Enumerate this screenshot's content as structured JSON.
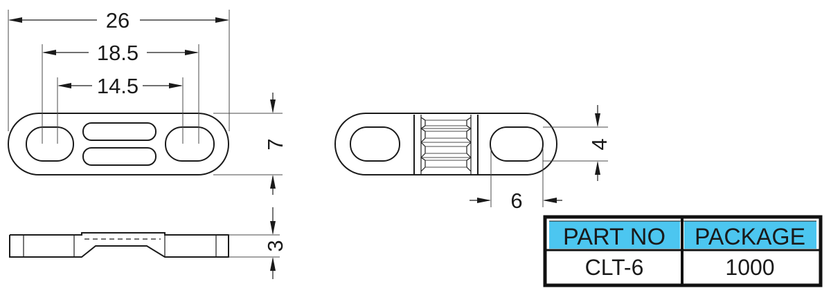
{
  "dimensions": {
    "overall_length": "26",
    "hole_center_span": "18.5",
    "inner_span": "14.5",
    "width": "7",
    "slot_width": "4",
    "slot_length": "6",
    "thickness": "3"
  },
  "table": {
    "headers": [
      "PART NO",
      "PACKAGE"
    ],
    "rows": [
      [
        "CLT-6",
        "1000"
      ]
    ],
    "header_color": "#4cc6f0",
    "border_color": "#111111"
  }
}
